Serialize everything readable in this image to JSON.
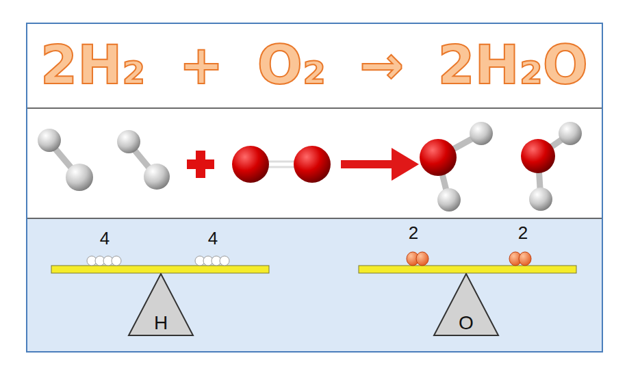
{
  "diagram": {
    "title": "2H₂ + O₂ → 2H₂O",
    "nodes": [
      {
        "text": [
          "H"
        ]
      },
      {
        "text": [
          "O"
        ]
      }
    ],
    "labels": [
      "4",
      "4",
      "2",
      "2"
    ]
  }
}
